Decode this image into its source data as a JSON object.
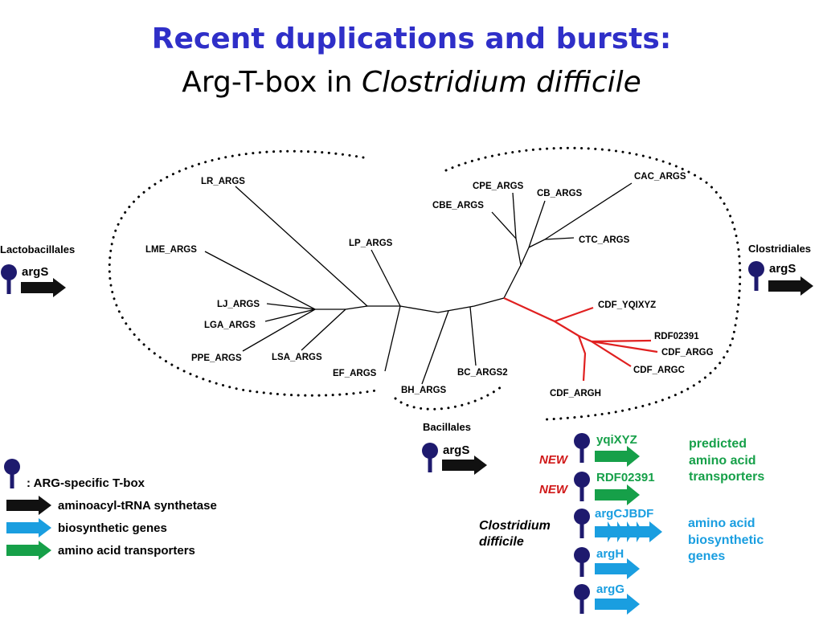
{
  "title": {
    "line1": "Recent duplications and bursts:",
    "line2_plain": "Arg-T-box in ",
    "line2_italic": "Clostridium difficile"
  },
  "tree": {
    "leaves": {
      "lr": "LR_ARGS",
      "lme": "LME_ARGS",
      "lj": "LJ_ARGS",
      "lga": "LGA_ARGS",
      "ppe": "PPE_ARGS",
      "lsa": "LSA_ARGS",
      "lp": "LP_ARGS",
      "ef": "EF_ARGS",
      "bh": "BH_ARGS",
      "bc2": "BC_ARGS2",
      "cpe": "CPE_ARGS",
      "cb": "CB_ARGS",
      "cbe": "CBE_ARGS",
      "cac": "CAC_ARGS",
      "ctc": "CTC_ARGS",
      "cdf_yqixyz": "CDF_YQIXYZ",
      "rdf": "RDF02391",
      "cdf_argg": "CDF_ARGG",
      "cdf_argc": "CDF_ARGC",
      "cdf_argh": "CDF_ARGH"
    },
    "groups": {
      "lacto": "Lactobacillales",
      "clost": "Clostridiales",
      "bacil": "Bacillales"
    }
  },
  "group_genes": {
    "lacto": "argS",
    "clost": "argS",
    "bacil": "argS"
  },
  "cdiff": {
    "organism_line1": "Clostridium",
    "organism_line2": "difficile",
    "new_label": "NEW",
    "genes": [
      "yqiXYZ",
      "RDF02391",
      "argCJBDF",
      "argH",
      "argG"
    ],
    "transporters_note": [
      "predicted",
      "amino acid",
      "transporters"
    ],
    "biosynthetic_note": [
      "amino acid",
      "biosynthetic",
      "genes"
    ]
  },
  "legend": {
    "tbox": ":  ARG-specific T-box",
    "synthetase": "aminoacyl-tRNA synthetase",
    "biosynthetic": "biosynthetic genes",
    "transporters": "amino acid transporters"
  },
  "colors": {
    "title_blue": "#2f2fc8",
    "tbox_navy": "#1e1a6e",
    "synthetase_black": "#111111",
    "biosynthetic_blue": "#1a9ee0",
    "transporter_green": "#16a049",
    "new_red": "#d01818",
    "cdf_branch_red": "#e02020"
  },
  "icons": [
    "tbox-icon",
    "gene-arrow-icon"
  ]
}
